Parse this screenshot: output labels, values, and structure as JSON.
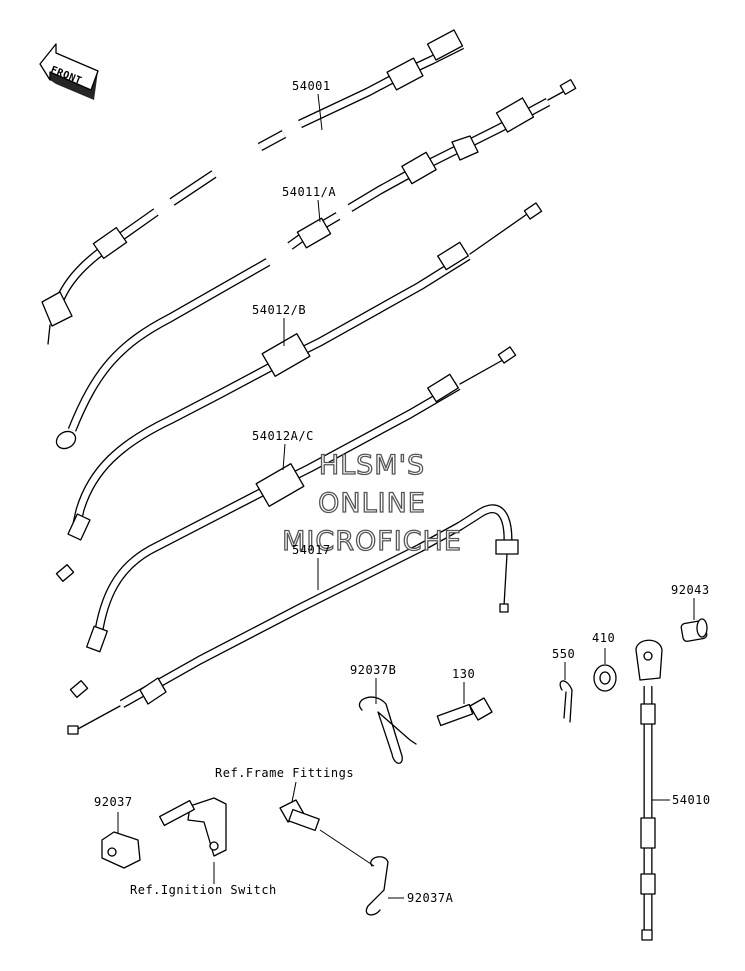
{
  "front_arrow": {
    "label": "FRONT"
  },
  "watermark": {
    "line1": "HLSM'S",
    "line2": "ONLINE",
    "line3": "MICROFICHE"
  },
  "callouts": {
    "p54001": "54001",
    "p54011a": "54011/A",
    "p54012b": "54012/B",
    "p54012ac": "54012A/C",
    "p54017": "54017",
    "p92043": "92043",
    "p410": "410",
    "p550": "550",
    "p92037b": "92037B",
    "p130": "130",
    "ref_frame": "Ref.Frame Fittings",
    "p92037": "92037",
    "p54010": "54010",
    "ref_ignition": "Ref.Ignition Switch",
    "p92037a": "92037A"
  }
}
